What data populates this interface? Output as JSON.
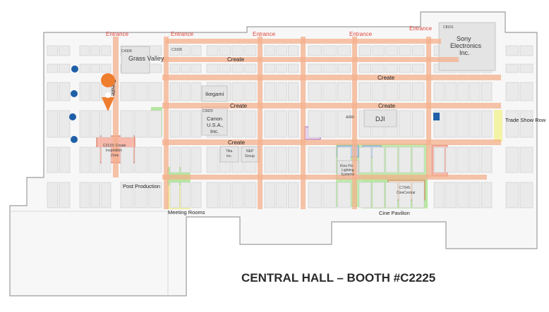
{
  "title": "CENTRAL HALL – BOOTH #C2225",
  "entrances": [
    "Entrance",
    "Entrance",
    "Entrance",
    "Entrance",
    "Entrance"
  ],
  "aisles": [
    "Create",
    "Create",
    "Create",
    "Create",
    "Create",
    "Create"
  ],
  "exhibitors": {
    "grass_valley": "Grass Valley",
    "sony": [
      "C8101",
      "Sony",
      "Electronics",
      "Inc."
    ],
    "canon": [
      "C5825",
      "Canon",
      "U.S.A.,",
      "Inc."
    ],
    "dji": "DJI",
    "ikegami": "Ikegami",
    "inspiration": [
      "C2133: Create",
      "Inspiration",
      "Zone"
    ],
    "cinecentral": [
      "C7345:",
      "CineCentral"
    ],
    "kino": [
      "Kino Flo",
      "Lighting",
      "Systems"
    ],
    "tiltа": [
      "Tilta",
      "Inc."
    ],
    "nep": [
      "NEP",
      "Group"
    ],
    "arri": "ARRI",
    "c3308": "C3308",
    "c4308": "C4308"
  },
  "zones": {
    "post_production": "Post Production",
    "meeting_rooms": "Meeting Rooms",
    "cine_pavilion": "Cine Pavilion",
    "trade_show_row": "Trade Show Row"
  },
  "colors": {
    "aisle": "#f4b08c",
    "entrance_text": "#e0473a",
    "cine_pavilion": "#b5e7a0",
    "inspiration_zone": "#f7b9ac",
    "meeting_rooms": "#f3f3a6",
    "marker": "#ef7d2e"
  },
  "marker": "location-pin-icon"
}
